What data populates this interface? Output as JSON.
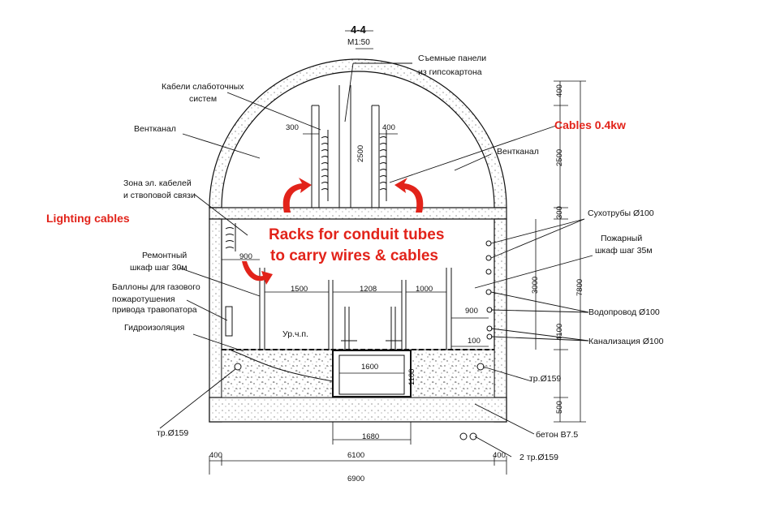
{
  "header": {
    "section": "4-4",
    "scale": "М1:50"
  },
  "labels": {
    "panels_1": "Съемные панели",
    "panels_2": "из гипсокартона",
    "lowcurrent_1": "Кабели слаботочных",
    "lowcurrent_2": "систем",
    "vent_left": "Вентканал",
    "vent_right": "Вентканал",
    "zone_1": "Зона эл. кабелей",
    "zone_2": "и ствоповой связи",
    "repair_1": "Ремонтный",
    "repair_2": "шкаф  шаг 30м",
    "gas_1": "Баллоны для газового",
    "gas_2": "пожаротушения",
    "gas_3": "привода травопатора",
    "waterproof": "Гидроизоляция",
    "floor_level": "Ур.ч.п.",
    "dry_pipes": "Сухотрубы Ø100",
    "fire_1": "Пожарный",
    "fire_2": "шкаф  шаг 35м",
    "water": "Водопровод Ø100",
    "sewer": "Канализация Ø100",
    "pipe_right": "тр.Ø159",
    "pipe_left": "тр.Ø159",
    "concrete": "бетон В7.5",
    "two_pipes": "2 тр.Ø159"
  },
  "annotations": {
    "cables": "Cables 0.4kw",
    "lighting": "Lighting cables",
    "racks_1": "Racks for conduit tubes",
    "racks_2": "to carry wires & cables"
  },
  "dimensions": {
    "d300": "300",
    "d400_top": "400",
    "d2500_c": "2500",
    "d900_l": "900",
    "d1500": "1500",
    "d1208": "1208",
    "d1000": "1000",
    "d900_r": "900",
    "d100": "100",
    "d1600": "1600",
    "d1100": "1100",
    "d1680": "1680",
    "d6100": "6100",
    "d400_bl": "400",
    "d400_br": "400",
    "d6900": "6900",
    "r400": "400",
    "r2500": "2500",
    "r300": "300",
    "r3000": "3000",
    "r4100": "4100",
    "r500": "500",
    "r7800": "7800"
  },
  "colors": {
    "line": "#111111",
    "annotation": "#e2231a",
    "hatch": "#555555"
  }
}
